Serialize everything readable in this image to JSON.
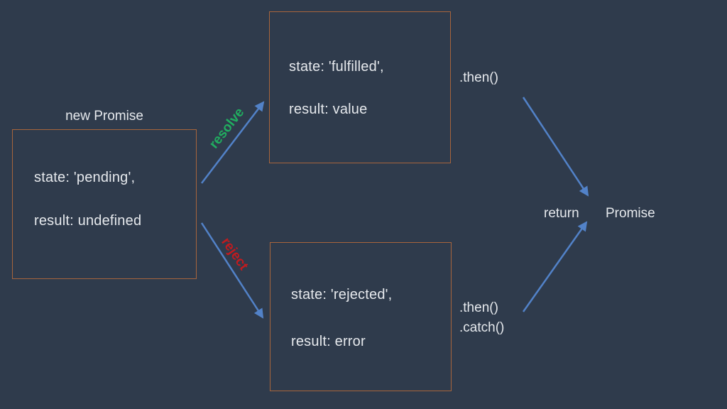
{
  "colors": {
    "background": "#2f3b4c",
    "box_border": "#a8653c",
    "arrow": "#5282c8",
    "resolve_green": "#21ad60",
    "reject_red": "#c11b1f",
    "text": "#e6e9ed"
  },
  "pending_box": {
    "title": "new Promise",
    "line1": "state: 'pending',",
    "line2": "result: undefined"
  },
  "fulfilled_box": {
    "line1": "state: 'fulfilled',",
    "line2": "result: value"
  },
  "rejected_box": {
    "line1": "state: 'rejected',",
    "line2": "result: error"
  },
  "labels": {
    "resolve": "resolve",
    "reject": "reject",
    "then_top": ".then()",
    "then_bottom": ".then()",
    "catch_bottom": ".catch()",
    "return_label": "return",
    "promise": "Promise"
  }
}
